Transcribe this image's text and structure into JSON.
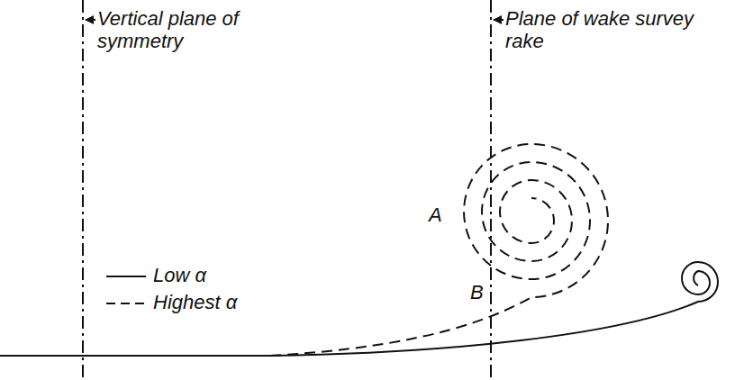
{
  "diagram": {
    "labels": [
      "Vertical plane of symmetry",
      "Plane of wake survey rake",
      "A",
      "B"
    ],
    "legend": [
      {
        "text": "Low α"
      },
      {
        "text": "Highest α"
      }
    ]
  }
}
